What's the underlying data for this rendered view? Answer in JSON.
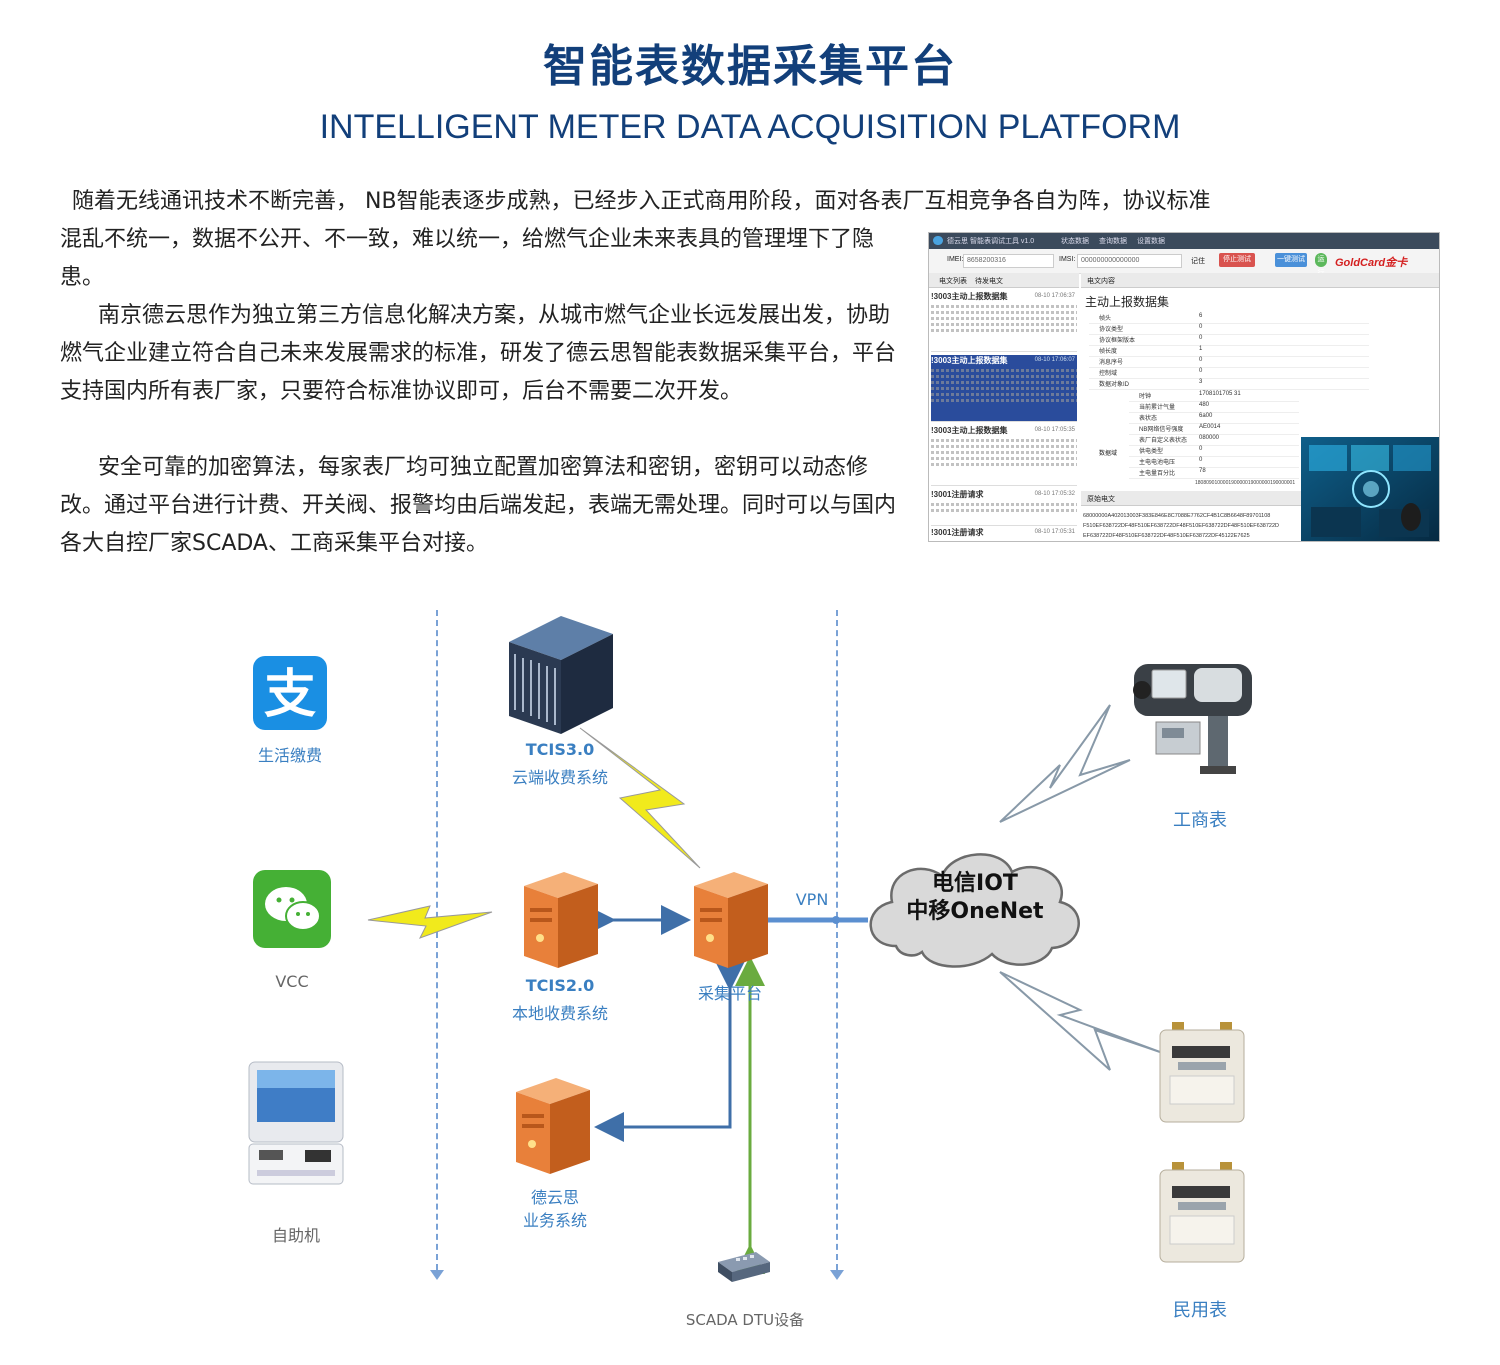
{
  "header": {
    "title_cn": "智能表数据采集平台",
    "title_en": "INTELLIGENT METER DATA ACQUISITION PLATFORM"
  },
  "body_text": {
    "p1_line1": "随着无线通讯技术不断完善， NB智能表逐步成熟，已经步入正式商用阶段，面对各表厂互相竞争各自为阵，协议标准",
    "p1_rest": "混乱不统一，数据不公开、不一致，难以统一，给燃气企业未来表具的管理埋下了隐患。",
    "p2": "南京德云思作为独立第三方信息化解决方案，从城市燃气企业长远发展出发，协助燃气企业建立符合自己未来发展需求的标准，研发了德云思智能表数据采集平台，平台支持国内所有表厂家，只要符合标准协议即可，后台不需要二次开发。",
    "p3": "安全可靠的加密算法，每家表厂均可独立配置加密算法和密钥，密钥可以动态修改。通过平台进行计费、开关阀、报警均由后端发起，表端无需处理。同时可以与国内各大自控厂家SCADA、工商采集平台对接。"
  },
  "screenshot": {
    "app_title": "德云思 智能表调试工具 v1.0",
    "menu": [
      "状态数据",
      "查询数据",
      "设置数据"
    ],
    "imei_label": "IMEI:",
    "imei_value": "8658200316",
    "imsi_label": "IMSI:",
    "imsi_value": "000000000000000",
    "remember": "记住",
    "btn_stop": "停止测试",
    "btn_one": "一键测试",
    "btn_green": "运行",
    "brand": "GoldCard金卡",
    "tab_list": "电文列表",
    "tab_pending": "待发电文",
    "tab_content": "电文内容",
    "messages": [
      {
        "title": "!3003主动上报数据集",
        "time": "08-10 17:06:37"
      },
      {
        "title": "!3003主动上报数据集",
        "time": "08-10 17:06:07"
      },
      {
        "title": "!3003主动上报数据集",
        "time": "08-10 17:05:35"
      },
      {
        "title": "!3001注册请求",
        "time": "08-10 17:05:32"
      },
      {
        "title": "!3001注册请求",
        "time": "08-10 17:05:31"
      }
    ],
    "detail_title": "主动上报数据集",
    "fields": [
      {
        "k": "帧头",
        "v": "6"
      },
      {
        "k": "协议类型",
        "v": "0"
      },
      {
        "k": "协议框架版本",
        "v": "0"
      },
      {
        "k": "帧长度",
        "v": "1"
      },
      {
        "k": "消息序号",
        "v": "0"
      },
      {
        "k": "控制域",
        "v": "0"
      },
      {
        "k": "数据对象ID",
        "v": "3"
      }
    ],
    "subfields": [
      {
        "k": "时钟",
        "v": "1708101705 31"
      },
      {
        "k": "当前累计气量",
        "v": "480"
      },
      {
        "k": "表状态",
        "v": "6a00"
      },
      {
        "k": "NB网络信号强度",
        "v": "AE0014"
      },
      {
        "k": "表厂自定义表状态",
        "v": "080000"
      },
      {
        "k": "供电类型",
        "v": "0"
      },
      {
        "k": "主电电池电压",
        "v": "0"
      },
      {
        "k": "主电量百分比",
        "v": "78"
      }
    ],
    "data_domain": "数据域",
    "raw_label": "原始电文",
    "raw_lines": [
      "68000000A402013003F383E846E8C7088E7762CF4B1C8B6648F89701108",
      "F510EF638722DF48F510EF638722DF48F510EF638722DF48F510EF638722D",
      "EF638722DF48F510EF638722DF48F510EF638722DF45122E7625"
    ],
    "mid_line": "180809010000190000019000000190000001"
  },
  "diagram": {
    "alipay_label": "生活缴费",
    "wechat_label": "VCC",
    "kiosk_label": "自助机",
    "tcis3_name": "TCIS3.0",
    "tcis3_sub": "云端收费系统",
    "tcis2_name": "TCIS2.0",
    "tcis2_sub": "本地收费系统",
    "collector_label": "采集平台",
    "deyunsi_line1": "德云思",
    "deyunsi_line2": "业务系统",
    "scada_label": "SCADA DTU设备",
    "vpn_label": "VPN",
    "cloud_line1": "电信IOT",
    "cloud_line2": "中移OneNet",
    "commercial_label": "工商表",
    "residential_label": "民用表"
  },
  "colors": {
    "title_blue": "#123f7a",
    "label_blue": "#3a7fc1",
    "server_orange": "#e8803a",
    "link_green": "#6aab3f",
    "bolt_yellow": "#f1ea1c"
  }
}
